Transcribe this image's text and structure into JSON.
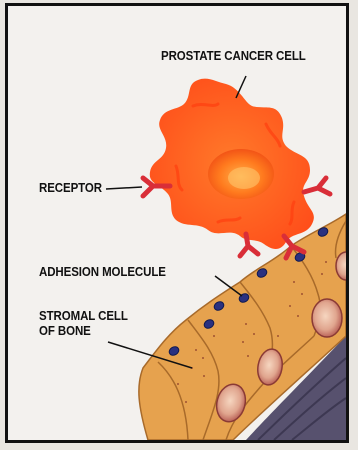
{
  "labels": {
    "cancer_cell": "PROSTATE CANCER CELL",
    "receptor": "RECEPTOR",
    "adhesion_molecule": "ADHESION MOLECULE",
    "stromal_cell_line1": "STROMAL CELL",
    "stromal_cell_line2": "OF BONE"
  },
  "colors": {
    "background": "#f3f1ee",
    "border": "#111111",
    "cancer_cell_outer": "#ff5a1f",
    "cancer_cell_nucleus": "#ff8a2a",
    "receptor": "#e0323a",
    "stromal_cell": "#e6a24e",
    "stromal_nucleus": "#c8615a",
    "bone_matrix": "#57516e",
    "adhesion_molecule": "#2a3180"
  }
}
